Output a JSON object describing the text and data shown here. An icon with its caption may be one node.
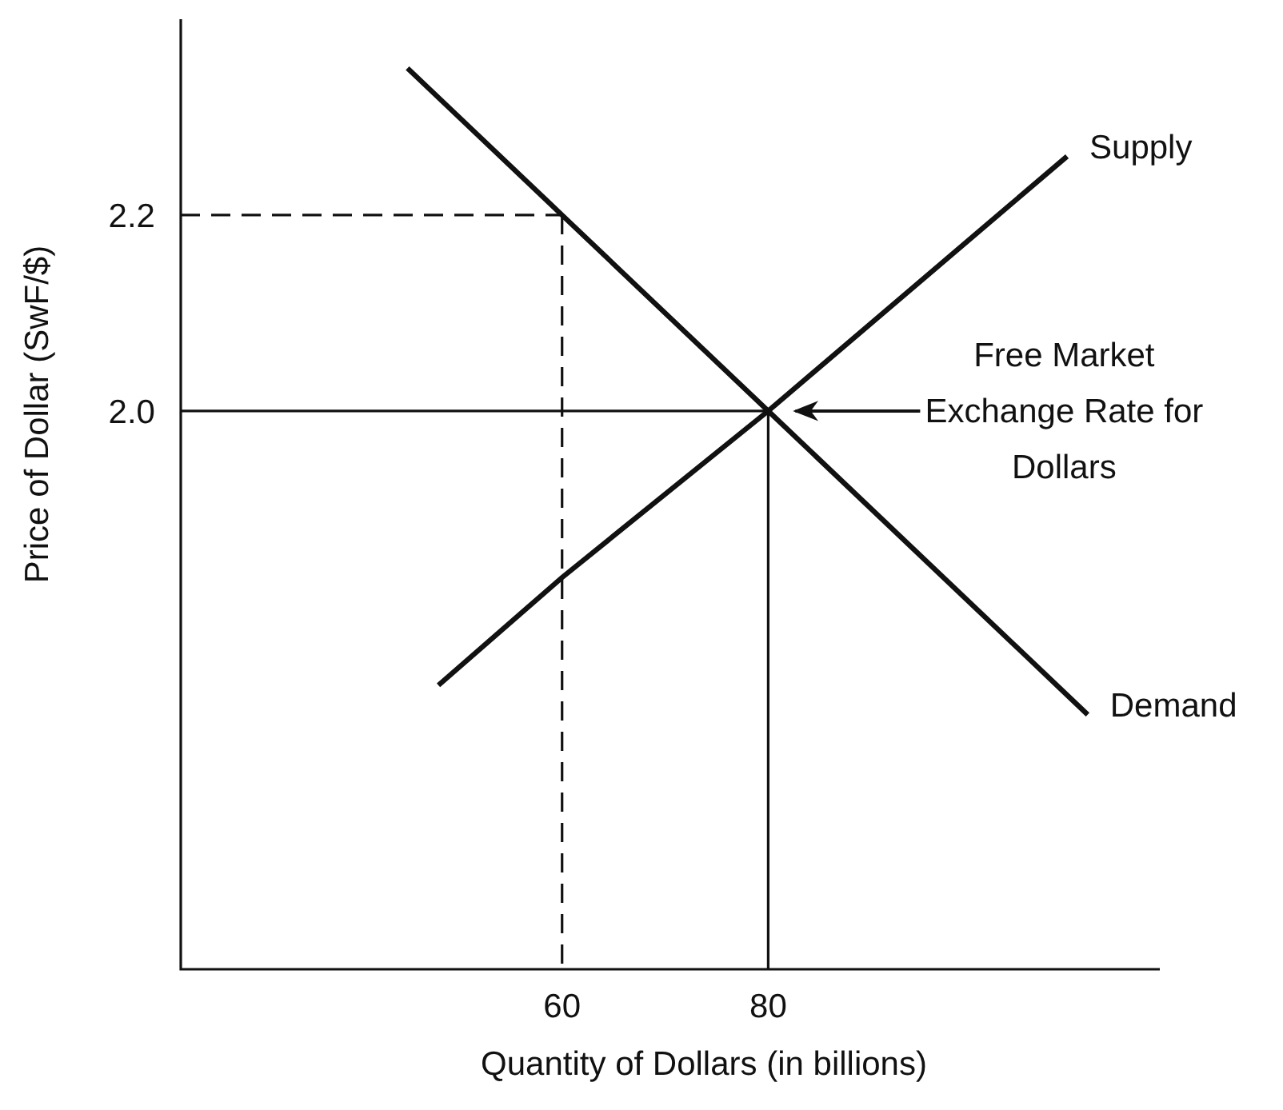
{
  "diagram": {
    "chart_data": {
      "type": "line",
      "xlabel": "Quantity of Dollars (in billions)",
      "ylabel": "Price of Dollar (SwF/$)",
      "x": [
        45,
        48,
        60,
        80,
        109,
        111
      ],
      "series": [
        {
          "name": "Supply",
          "color": "#111111",
          "values": [
            null,
            1.72,
            1.83,
            2.0,
            2.26,
            null
          ]
        },
        {
          "name": "Demand",
          "color": "#111111",
          "values": [
            2.35,
            2.32,
            2.2,
            2.0,
            1.71,
            1.69
          ]
        }
      ],
      "xlim": [
        23,
        118
      ],
      "ylim": [
        1.43,
        2.4
      ],
      "xticks": [
        60,
        80
      ],
      "yticks": [
        {
          "value": 2.0,
          "label": "2.0"
        },
        {
          "value": 2.2,
          "label": "2.2"
        }
      ],
      "ref_lines": [
        {
          "axis": "y",
          "value": 2.2
        },
        {
          "axis": "x",
          "value": 60
        },
        {
          "axis": "y",
          "value": 2.0
        },
        {
          "axis": "x",
          "value": 80
        }
      ],
      "annotations": [
        "Free Market Exchange Rate for Dollars"
      ]
    }
  }
}
